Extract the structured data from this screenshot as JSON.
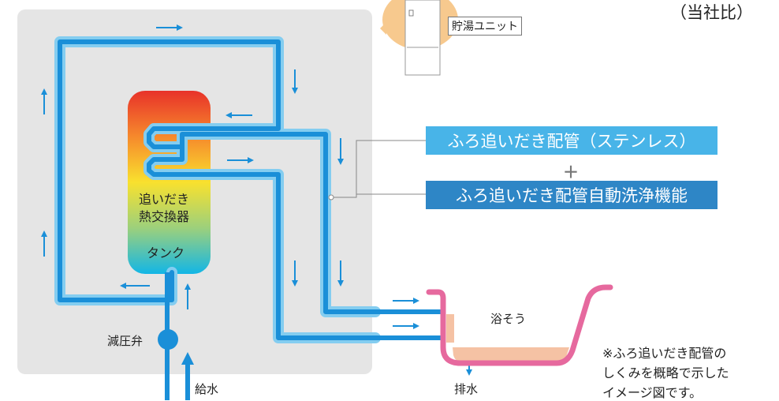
{
  "diagram": {
    "tank_label_line1": "追いだき",
    "tank_label_line2": "熱交換器",
    "tank_label_line3": "タンク",
    "valve_label": "減圧弁",
    "supply_label": "給水",
    "bath_label": "浴そう",
    "drain_label": "排水",
    "storage_unit_label": "貯湯ユニット",
    "comparison_note": "（当社比）",
    "feature1": "ふろ追いだき配管（ステンレス）",
    "plus_symbol": "＋",
    "feature2": "ふろ追いだき配管自動洗浄機能",
    "footnote_line1": "※ふろ追いだき配管の",
    "footnote_line2": "しくみを概略で示した",
    "footnote_line3": "イメージ図です。"
  },
  "colors": {
    "panel": "#e5e5e5",
    "pipe": "#1a8fd8",
    "pipe_outline": "#84cdf0",
    "arrow": "#1a8fd8",
    "bathtub": "#e6699e",
    "bath_water": "#f5c2a4",
    "feature1_bg": "#48b4e8",
    "feature2_bg": "#2e86c6",
    "unit_bubble": "#f7c98e"
  },
  "icons": [
    "up-arrow-icon",
    "down-arrow-icon",
    "left-arrow-icon",
    "right-arrow-icon"
  ]
}
